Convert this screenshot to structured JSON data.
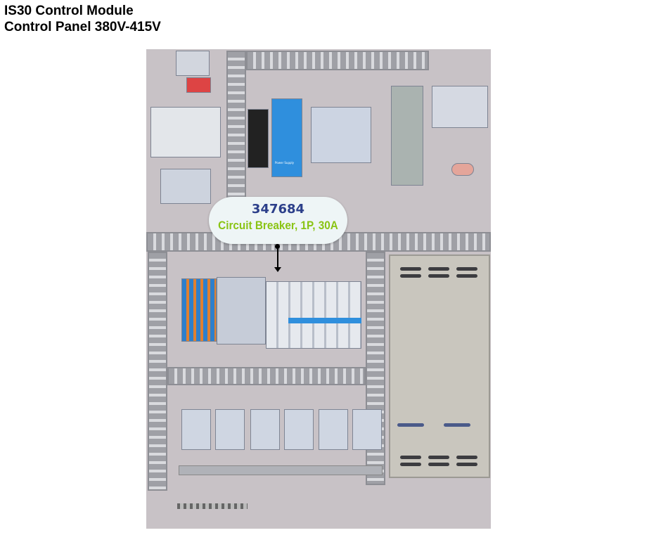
{
  "title": {
    "line1": "IS30 Control Module",
    "line2": "Control Panel 380V-415V"
  },
  "callout": {
    "part_number": "347684",
    "description": "Circuit Breaker, 1P, 30A"
  },
  "power_supply": {
    "label": "Power Supply"
  },
  "colors": {
    "part_number": "#2c3f8a",
    "description": "#8ac414",
    "plate": "#c8c2c6"
  }
}
